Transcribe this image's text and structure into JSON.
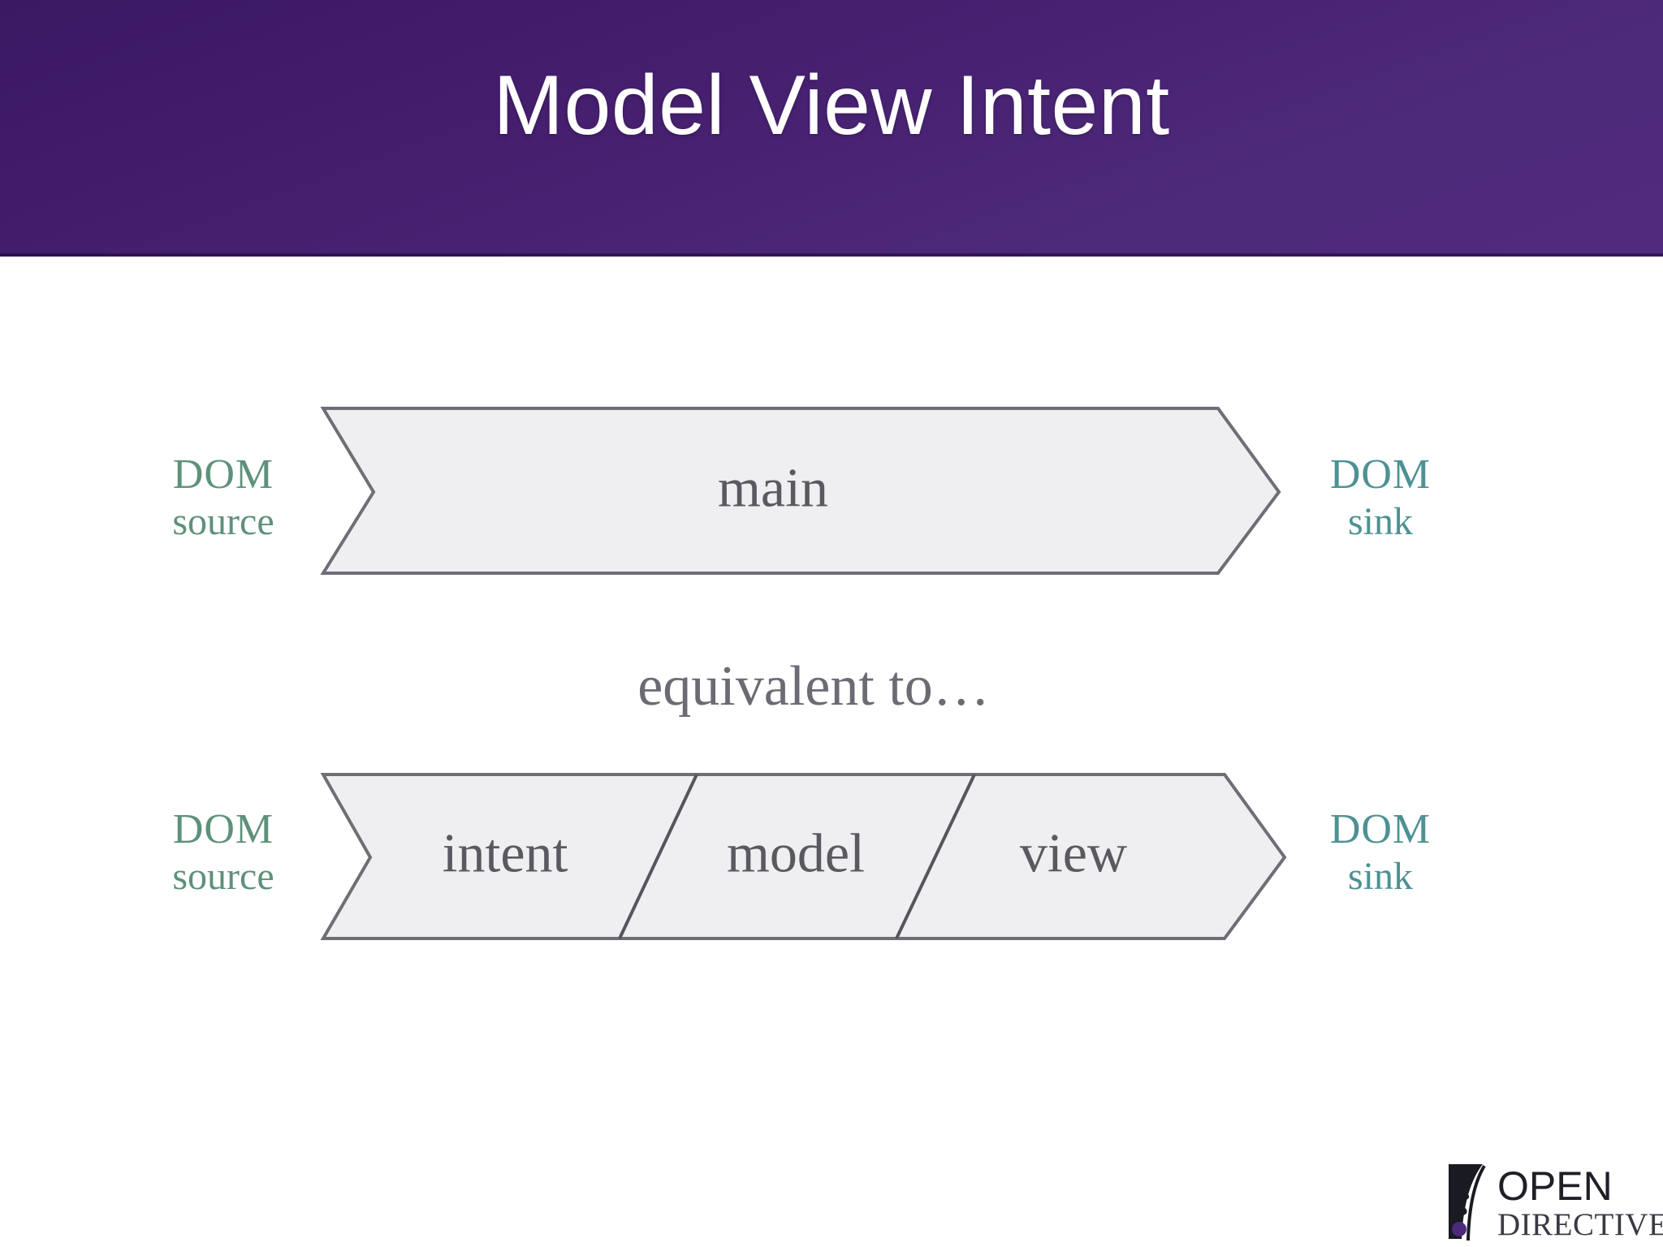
{
  "slide": {
    "title": "Model View Intent",
    "header_gradient_start": "#3b1963",
    "header_gradient_end": "#502a7c",
    "background": "#ffffff"
  },
  "diagram": {
    "note": "equivalent to…",
    "shape_fill": "#efeff1",
    "shape_stroke": "#6e6e76",
    "label_color": "#59595f",
    "source_color": "#5e9179",
    "sink_color": "#4d9193",
    "top_flow": {
      "source": {
        "top": "DOM",
        "bottom": "source"
      },
      "sink": {
        "top": "DOM",
        "bottom": "sink"
      },
      "segments": [
        {
          "label": "main"
        }
      ]
    },
    "bottom_flow": {
      "source": {
        "top": "DOM",
        "bottom": "source"
      },
      "sink": {
        "top": "DOM",
        "bottom": "sink"
      },
      "segments": [
        {
          "label": "intent"
        },
        {
          "label": "model"
        },
        {
          "label": "view"
        }
      ]
    }
  },
  "logo": {
    "line1": "OPEN",
    "line2": "DIRECTIVE",
    "dot_color": "#4b2a7b",
    "mark_color": "#1a1a22"
  }
}
